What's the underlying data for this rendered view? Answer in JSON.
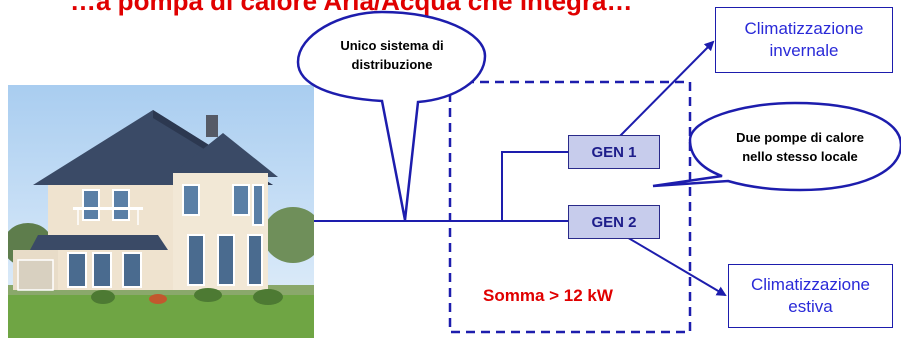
{
  "title": "…a pompa di calore Aria/Acqua che integra…",
  "bubble_top": {
    "line1": "Unico sistema di",
    "line2": "distribuzione"
  },
  "bubble_right": {
    "line1": "Due pompe di calore",
    "line2": "nello stesso locale"
  },
  "gen1": "GEN 1",
  "gen2": "GEN 2",
  "box_winter": {
    "line1": "Climatizzazione",
    "line2": "invernale"
  },
  "box_summer": {
    "line1": "Climatizzazione",
    "line2": "estiva"
  },
  "sum_label": "Somma > 12 kW",
  "colors": {
    "line": "#1d1dad",
    "text_blue": "#2a2ad8",
    "red": "#e00000",
    "gen_fill": "#c7ccec"
  }
}
